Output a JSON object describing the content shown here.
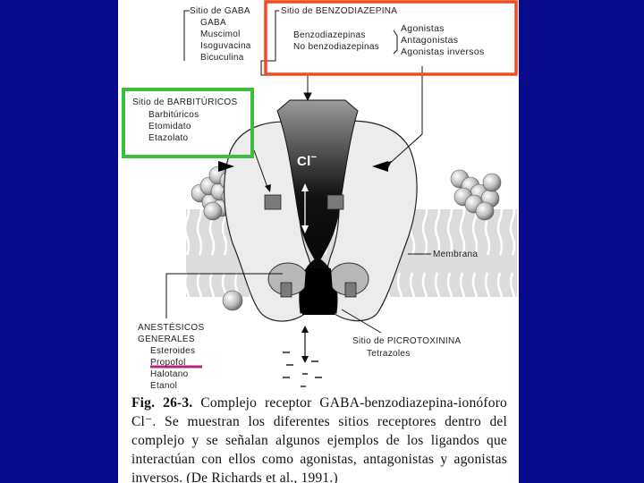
{
  "labels": {
    "gaba_site": "Sitio de GABA",
    "gaba_ligands": [
      "GABA",
      "Muscimol",
      "Isoguvacina",
      "Bicuculina"
    ],
    "bzd_site": "Sitio de BENZODIAZEPINA",
    "bzd_ligands": [
      "Benzodiazepinas",
      "No benzodiazepinas"
    ],
    "bzd_actions": [
      "Agonistas",
      "Antagonistas",
      "Agonistas inversos"
    ],
    "barb_site": "Sitio de BARBITÚRICOS",
    "barb_ligands": [
      "Barbitúricos",
      "Etomidato",
      "Etazolato"
    ],
    "chloride": "Cl",
    "chloride_charge": "−",
    "membrane": "Membrana",
    "anesthetics_site": [
      "ANESTÉSICOS",
      "GENERALES"
    ],
    "anesthetics_ligands": [
      "Esteroides",
      "Propofol",
      "Halotano",
      "Etanol"
    ],
    "picro_site": "Sitio de PICROTOXININA",
    "picro_ligands": [
      "Tetrazoles"
    ]
  },
  "caption": {
    "figure_label": "Fig. 26-3.",
    "text": "Complejo receptor GABA-benzodiazepina-ionóforo Cl⁻. Se muestran los diferentes sitios receptores dentro del complejo y se señalan algunos ejemplos de los ligandos que interactúan con ellos como agonistas, antagonistas y agonistas inversos. (De Richards et al., 1991.)"
  },
  "colors": {
    "background": "#0a0a8c",
    "orange_box": "#f04a1e",
    "green_box": "#3cbf3c",
    "propofol_underline": "#b0267a"
  }
}
